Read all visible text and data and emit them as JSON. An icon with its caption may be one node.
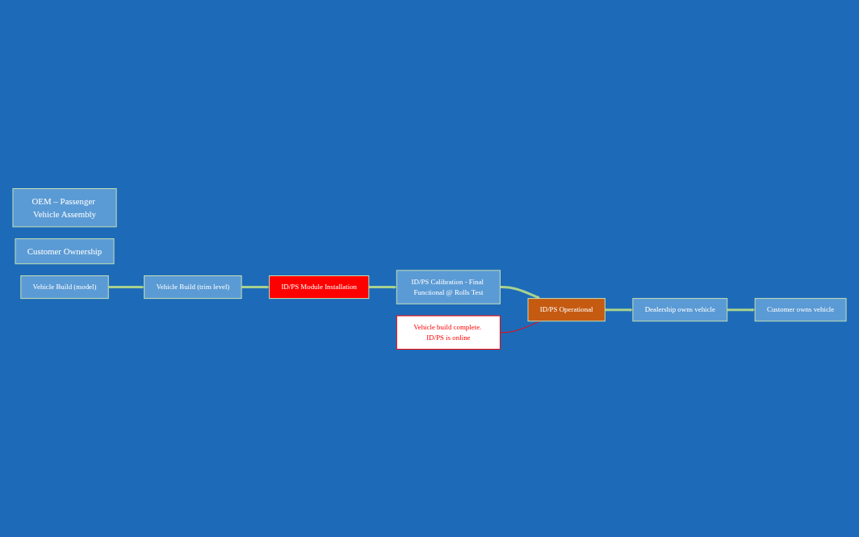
{
  "diagram": {
    "nodes": [
      {
        "text": [
          "OEM – Passenger Vehicle Assembly"
        ]
      },
      {
        "text": [
          "Customer Ownership"
        ]
      },
      {
        "text": [
          "Vehicle Build (model)"
        ]
      },
      {
        "text": [
          "Vehicle Build (trim level)"
        ]
      },
      {
        "text": [
          "ID/PS Module Installation"
        ]
      },
      {
        "text": [
          "ID/PS Calibration - Final Functional @ Rolls Test"
        ]
      },
      {
        "text": [
          "ID/PS Operational"
        ]
      },
      {
        "text": [
          "Vehicle build complete. ID/PS is online"
        ]
      },
      {
        "text": [
          "Dealership owns vehicle"
        ]
      },
      {
        "text": [
          "Customer owns vehicle"
        ]
      }
    ],
    "edges": [
      {
        "from": 2,
        "to": 3,
        "arrow": "to"
      },
      {
        "from": 3,
        "to": 4,
        "arrow": "to"
      },
      {
        "from": 4,
        "to": 5,
        "arrow": "to"
      },
      {
        "from": 5,
        "to": 6,
        "arrow": "to"
      },
      {
        "from": 6,
        "to": 8,
        "arrow": "to"
      },
      {
        "from": 8,
        "to": 9,
        "arrow": "to"
      },
      {
        "from": 7,
        "to": 6,
        "arrow": "none",
        "color": "#ff0000"
      }
    ]
  }
}
